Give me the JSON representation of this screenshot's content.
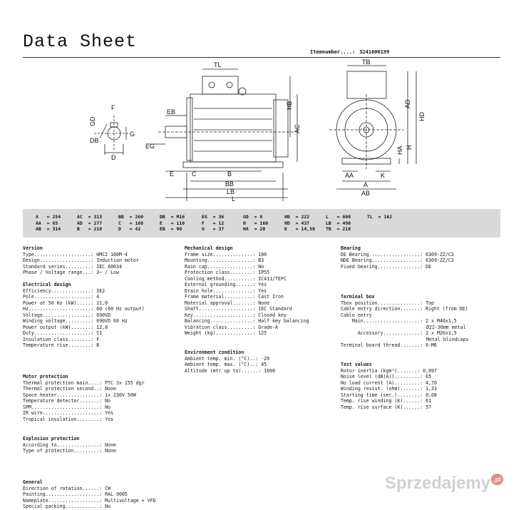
{
  "header": {
    "title": "Data Sheet",
    "itemnumber_label": "Itemnumber....:",
    "itemnumber_value": "3241600199"
  },
  "drawing_labels": {
    "TL": "TL",
    "TB": "TB",
    "HB": "HB",
    "AC": "AC",
    "AD": "AD",
    "HD": "HD",
    "HA": "HA",
    "H": "H",
    "EB": "EB",
    "EG": "EG",
    "E": "E",
    "C": "C",
    "B": "B",
    "BB": "BB",
    "LB": "LB",
    "L": "L",
    "F": "F",
    "GD": "GD",
    "G": "G",
    "DB": "DB",
    "D": "D",
    "AA": "AA",
    "K": "K",
    "A": "A",
    "AB": "AB"
  },
  "dimensions": [
    [
      "A   = 254",
      "AA  = 65",
      "AB  = 314"
    ],
    [
      "AC  = 313",
      "AD  = 277",
      "B   = 210"
    ],
    [
      "BB  = 260",
      "C   = 108",
      "D   = 42"
    ],
    [
      "DB  = M16",
      "E   = 110",
      "EB  = 90"
    ],
    [
      "EG  = 36",
      "F   = 12",
      "G   = 37"
    ],
    [
      "GD  = 8",
      "H   = 160",
      "HA  = 20"
    ],
    [
      "HB  = 222",
      "HD  = 437",
      "K   = 14,50"
    ],
    [
      "L   = 608",
      "LB  = 498",
      "TB  = 218"
    ],
    [
      "TL  = 162",
      "",
      ""
    ]
  ],
  "sections": {
    "version": {
      "title": "Version",
      "rows": [
        [
          "Type....................:",
          " HMC2 160M-4"
        ],
        [
          "Design..................:",
          " Induction motor"
        ],
        [
          "Standard series.........:",
          " IEC 60034"
        ],
        [
          "Phase / Voltage range...:",
          " 3~ / Low"
        ]
      ]
    },
    "electrical": {
      "title": "Electrical design",
      "rows": [
        [
          "Efficiency..............:",
          " IE2"
        ],
        [
          "Pole....................:",
          " 4"
        ],
        [
          "Power at 50 Hz (kW).....:",
          " 11,0"
        ],
        [
          "Hz......................:",
          " 60 (60 Hz output)"
        ],
        [
          "Voltage.................:",
          " 690VD"
        ],
        [
          "Winding voltage.........:",
          " 690VD 60 Hz"
        ],
        [
          "Power output (kW).......:",
          " 12,8"
        ],
        [
          "Duty....................:",
          " S1"
        ],
        [
          "Insulation class........:",
          " F"
        ],
        [
          "Temperature rise........:",
          " B"
        ]
      ]
    },
    "motor_protection": {
      "title": "Motor protection",
      "rows": [
        [
          "Thermal protection main....:",
          " PTC 3x 155 dgr"
        ],
        [
          "Thermal protection second..:",
          " None"
        ],
        [
          "Space heater...............:",
          " 1x 230V 50W"
        ],
        [
          "Temperature detector.......:",
          " No"
        ],
        [
          "SPM........................:",
          " No"
        ],
        [
          "IR wire....................:",
          " Yes"
        ],
        [
          "Tropical insulation........:",
          " Yes"
        ]
      ]
    },
    "explosion": {
      "title": "Explosion protection",
      "rows": [
        [
          "According to...............:",
          " None"
        ],
        [
          "Type of protection.........:",
          " None"
        ]
      ]
    },
    "general": {
      "title": "General",
      "rows": [
        [
          "Direction of rotation......:",
          " CW"
        ],
        [
          "Painting...................:",
          " RAL 9005"
        ],
        [
          "Nameplate..................:",
          " Multivoltage + VFD"
        ],
        [
          "Special packing............:",
          " No"
        ]
      ]
    },
    "mechanical": {
      "title": "Mechanical design",
      "rows": [
        [
          "Frame size..............:",
          " 160"
        ],
        [
          "Mounting................:",
          " B3"
        ],
        [
          "Rain cap................:",
          " No"
        ],
        [
          "Protection class........:",
          " IP55"
        ],
        [
          "Cooling method..........:",
          " IC411/TEFC"
        ],
        [
          "External grounding......:",
          " Yes"
        ],
        [
          "Drain hole..............:",
          " Yes"
        ],
        [
          "Frame material..........:",
          " Cast Iron"
        ],
        [
          "Material approval.......:",
          " None"
        ],
        [
          "Shaft...................:",
          " IEC Standard"
        ],
        [
          "Key.....................:",
          " Closed key"
        ],
        [
          "Balancing...............:",
          " Half key balancing"
        ],
        [
          "Vibration class.........:",
          " Grade-A"
        ],
        [
          "Weight (kg).............:",
          " 125"
        ]
      ]
    },
    "environment": {
      "title": "Environment condition",
      "rows": [
        [
          "Ambient temp. min. (°C)..:",
          " -20"
        ],
        [
          "Ambient temp. max. (°C)..:",
          " 45"
        ],
        [
          "Altitude (mtr up to)......:",
          " 1000"
        ]
      ]
    },
    "bearing": {
      "title": "Bearing",
      "rows": [
        [
          "DE Bearing..................:",
          " 6309-ZZ/C3"
        ],
        [
          "NDE Bearing.................:",
          " 6309-ZZ/C3"
        ],
        [
          "Fixed bearing...............:",
          " DE"
        ]
      ]
    },
    "terminal": {
      "title": "Terminal box",
      "rows": [
        [
          "Tbox position...............:",
          " Top"
        ],
        [
          "Cable entry direction.......:",
          " Right (from DE)"
        ],
        [
          "Cable entry",
          ""
        ],
        [
          "    Main....................:",
          " 2 x M40x1,5"
        ],
        [
          "",
          "Ø22-30mm metal"
        ],
        [
          "      Accessory.............:",
          " 2 x M20x1,5"
        ],
        [
          "",
          "Metal blindcaps"
        ],
        [
          "Terminal board thread.......:",
          " 6-M6"
        ]
      ]
    },
    "tests": {
      "title": "Test values",
      "rows": [
        [
          "Rotor inertia (kgm²).......:",
          " 0,097"
        ],
        [
          "Noise level (dB(A)).........:",
          " 65"
        ],
        [
          "No load current (A).........:",
          " 4,70"
        ],
        [
          "Winding resist. (ohm).......:",
          " 1,33"
        ],
        [
          "Starting time (sec.)........:",
          " 0,08"
        ],
        [
          "Temp. rise winding (K)......:",
          " 61"
        ],
        [
          "Temp. rise surface (K)......:",
          " 57"
        ]
      ]
    }
  },
  "watermark": {
    "text": "Sprzedajemy",
    "badge": ".pl"
  }
}
